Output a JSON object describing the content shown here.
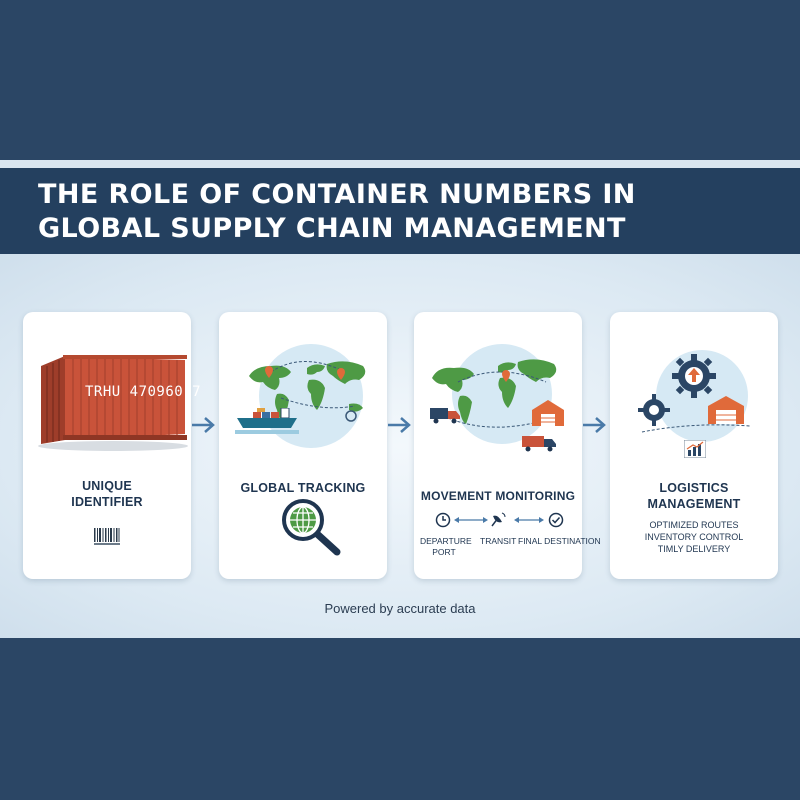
{
  "title": {
    "line1": "THE ROLE OF CONTAINER NUMBERS IN",
    "line2": "GLOBAL SUPPLY CHAIN MANAGEMENT"
  },
  "cards": [
    {
      "title_line1": "UNIQUE",
      "title_line2": "IDENTIFIER",
      "container_number": "TRHU 470960 7"
    },
    {
      "title": "GLOBAL TRACKING"
    },
    {
      "title": "MOVEMENT MONITORING",
      "steps": {
        "departure_line1": "DEPARTURE",
        "departure_line2": "PORT",
        "transit": "TRANSIT",
        "destination": "FINAL DESTINATION"
      }
    },
    {
      "title_line1": "LOGISTICS",
      "title_line2": "MANAGEMENT",
      "items": [
        "OPTIMIZED ROUTES",
        "INVENTORY CONTROL",
        "TIMLY DELIVERY"
      ]
    }
  ],
  "footer": "Powered by accurate data",
  "colors": {
    "navy": "#24405f",
    "background": "#2b4665",
    "container_red": "#c9533a",
    "map_green": "#4e9a45",
    "ocean_blue": "#d6e9f4",
    "accent_orange": "#e06a3a",
    "arrow_blue": "#4a7aa8"
  },
  "icons": [
    "shipping-container-icon",
    "barcode-icon",
    "world-map-icon",
    "cargo-ship-icon",
    "magnifier-globe-icon",
    "clock-icon",
    "satellite-dish-icon",
    "check-circle-icon",
    "truck-icon",
    "warehouse-icon",
    "gears-icon",
    "chart-icon",
    "arrow-right-icon"
  ]
}
